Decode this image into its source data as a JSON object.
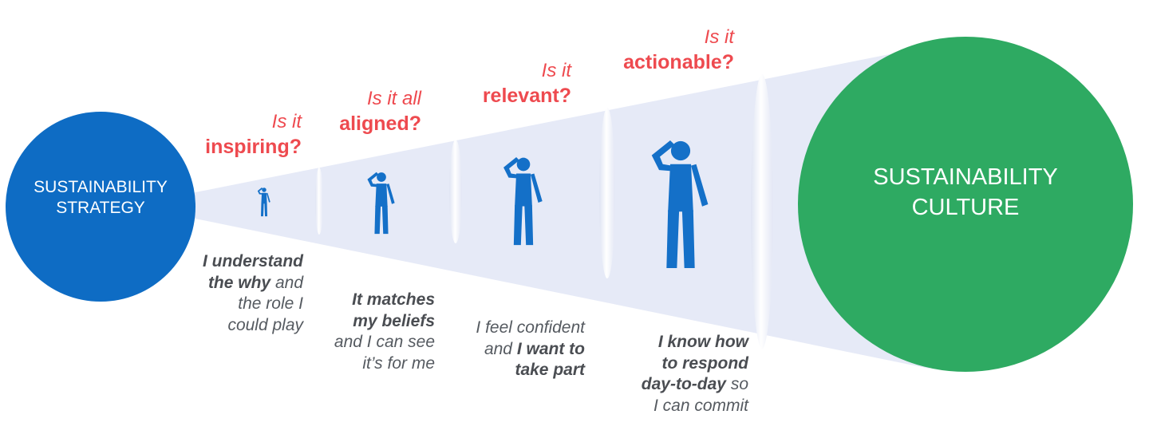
{
  "start": {
    "line1": "SUSTAINABILITY",
    "line2": "STRATEGY",
    "color": "#0e6cc4"
  },
  "end": {
    "line1": "SUSTAINABILITY",
    "line2": "CULTURE",
    "color": "#2eaa62"
  },
  "cone_color": "#e6eaf7",
  "figure_color": "#1470c8",
  "question_color": "#ee4a4f",
  "stages": [
    {
      "question": {
        "line1": "Is it",
        "line2": "inspiring?"
      },
      "answer": {
        "b1": "I understand",
        "b2": "the why",
        "t2": " and",
        "t3": "the role I",
        "t4": "could play"
      }
    },
    {
      "question": {
        "line1": "Is it all",
        "line2": "aligned?"
      },
      "answer": {
        "b1": "It matches",
        "b2": "my beliefs",
        "t3": "and I can see",
        "t4": "it’s for me"
      }
    },
    {
      "question": {
        "line1": "Is it",
        "line2": "relevant?"
      },
      "answer": {
        "t1": "I feel confident",
        "t2": "and ",
        "b2": "I want to",
        "b3": "take part"
      }
    },
    {
      "question": {
        "line1": "Is it",
        "line2": "actionable?"
      },
      "answer": {
        "b1": "I know how",
        "b2": "to respond",
        "b3": "day-to-day",
        "t3": " so",
        "t4": "I can commit"
      }
    }
  ]
}
